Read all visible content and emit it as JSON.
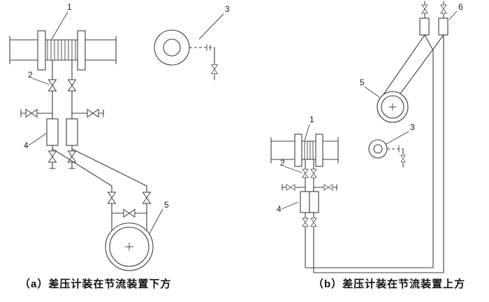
{
  "colors": {
    "background": "#ffffff",
    "line": "#3d3d3d",
    "text": "#1a1a1a"
  },
  "figure_a": {
    "caption": "（a）差压计装在节流装置下方",
    "labels": {
      "n1": "1",
      "n2": "2",
      "n3": "3",
      "n4": "4",
      "n5": "5"
    }
  },
  "figure_b": {
    "caption": "（b）差压计装在节流装置上方",
    "labels": {
      "n1": "1",
      "n2": "2",
      "n3": "3",
      "n4": "4",
      "n5": "5",
      "n6": "6"
    }
  }
}
